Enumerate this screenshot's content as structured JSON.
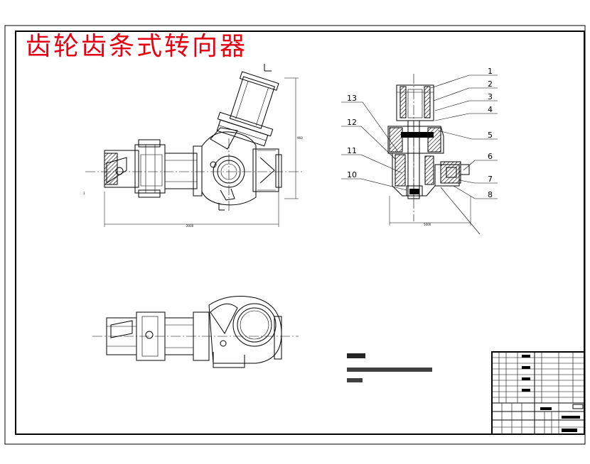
{
  "drawing": {
    "title": "齿轮齿条式转向器",
    "title_color": "#e60012",
    "line_color": "#000000",
    "background": "#ffffff"
  },
  "part_numbers": [
    "1",
    "2",
    "3",
    "4",
    "5",
    "6",
    "7",
    "8",
    "10",
    "11",
    "12",
    "13"
  ]
}
